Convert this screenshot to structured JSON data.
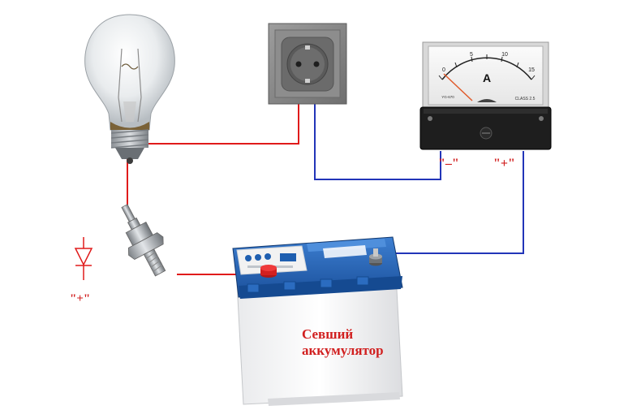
{
  "labels": {
    "diode_polarity": "\"+\"",
    "meter_minus": "\"–\"",
    "meter_plus": "\"+\"",
    "battery_line1": "Севший",
    "battery_line2": "аккумулятор"
  },
  "ammeter": {
    "unit": "A",
    "scale": [
      "0",
      "5",
      "10",
      "15"
    ],
    "class_text": "CLASS 2.5",
    "model_text": "YG-670"
  },
  "colors": {
    "red_wire": "#e01b1b",
    "blue_wire": "#2235b8",
    "label_red": "#d11f1f",
    "battery_blue": "#1f5fb0"
  },
  "icons": [
    "light-bulb-icon",
    "power-outlet-icon",
    "ammeter-icon",
    "stud-diode-icon",
    "diode-symbol-icon",
    "car-battery-icon"
  ]
}
